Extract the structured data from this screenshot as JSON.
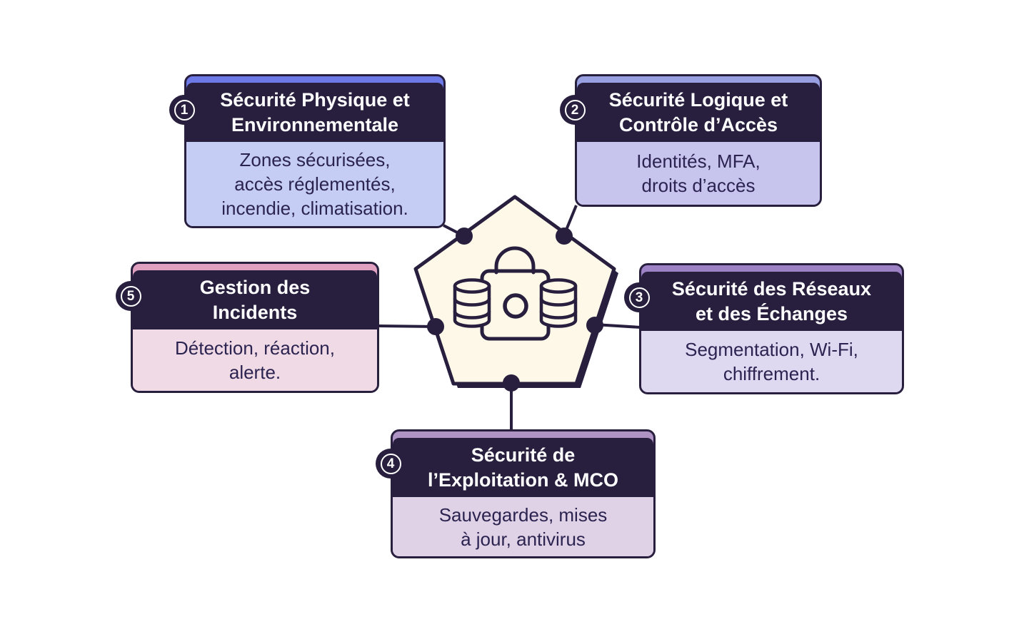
{
  "palette": {
    "ink": "#281e3e",
    "background": "#ffffff",
    "pentagon_fill": "#fdf8e7",
    "header_text": "#ffffff",
    "body_text": "#2b2350"
  },
  "center": {
    "shape": "pentagon",
    "icon": "padlock-with-databases"
  },
  "cards": [
    {
      "number": "1",
      "title": "Sécurité Physique et Environnementale",
      "title_lines": [
        "Sécurité Physique et",
        "Environnementale"
      ],
      "body_lines": [
        "Zones sécurisées,",
        "accès réglementés,",
        "incendie, climatisation."
      ],
      "colors": {
        "accent": "#6d79e6",
        "body_bg": "#c5cdf5"
      }
    },
    {
      "number": "2",
      "title": "Sécurité Logique et Contrôle d’Accès",
      "title_lines": [
        "Sécurité Logique et",
        "Contrôle d’Accès"
      ],
      "body_lines": [
        "Identités, MFA,",
        "droits d’accès"
      ],
      "colors": {
        "accent": "#99a0e1",
        "body_bg": "#c7c4ee"
      }
    },
    {
      "number": "3",
      "title": "Sécurité des Réseaux et des Échanges",
      "title_lines": [
        "Sécurité des Réseaux",
        "et des Échanges"
      ],
      "body_lines": [
        "Segmentation, Wi-Fi,",
        "chiffrement."
      ],
      "colors": {
        "accent": "#9d82c6",
        "body_bg": "#ded8f1"
      }
    },
    {
      "number": "4",
      "title": "Sécurité de l’Exploitation & MCO",
      "title_lines": [
        "Sécurité de",
        "l’Exploitation & MCO"
      ],
      "body_lines": [
        "Sauvegardes, mises",
        "à jour, antivirus"
      ],
      "colors": {
        "accent": "#b093c5",
        "body_bg": "#e0d2e6"
      }
    },
    {
      "number": "5",
      "title": "Gestion des Incidents",
      "title_lines": [
        "Gestion des",
        "Incidents"
      ],
      "body_lines": [
        "Détection, réaction,",
        "alerte."
      ],
      "colors": {
        "accent": "#e0a0c0",
        "body_bg": "#f0dae6"
      }
    }
  ]
}
